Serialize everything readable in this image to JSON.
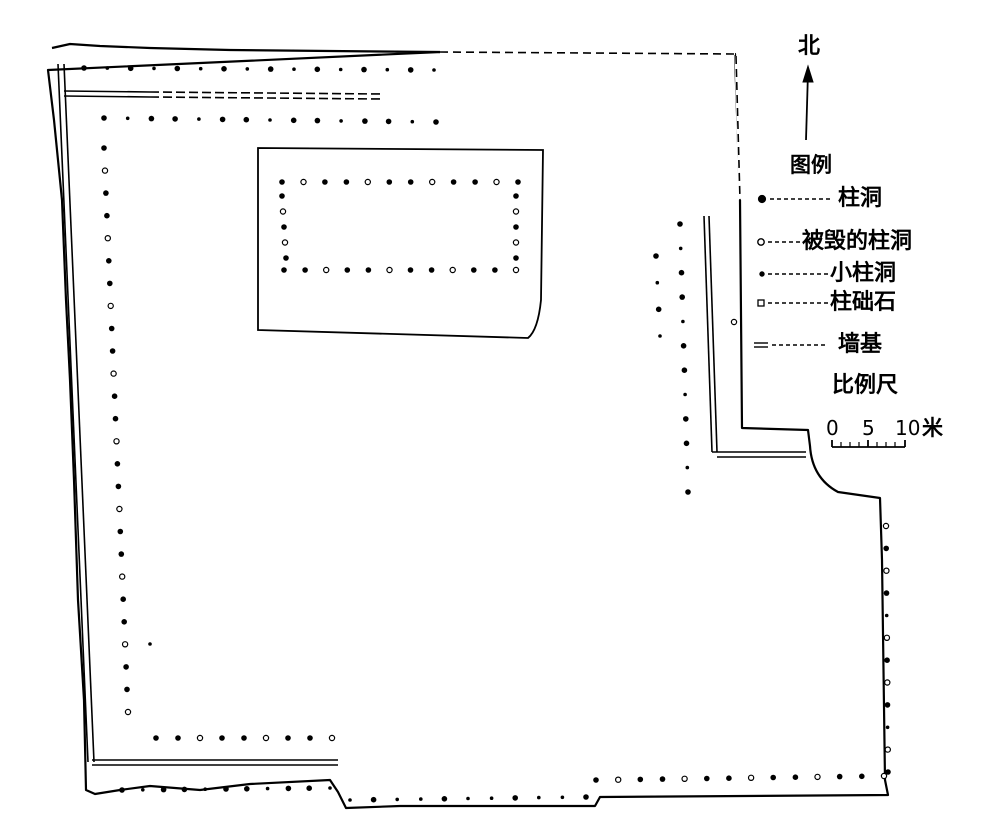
{
  "title": "",
  "north_label": "北",
  "legend": {
    "title": "图例",
    "items": [
      {
        "symbol": "filled-dot",
        "label": "柱洞"
      },
      {
        "symbol": "open-circle",
        "label": "被毁的柱洞"
      },
      {
        "symbol": "small-dot",
        "label": "小柱洞"
      },
      {
        "symbol": "small-square",
        "label": "柱础石"
      },
      {
        "symbol": "double-line",
        "label": "墙基"
      }
    ]
  },
  "scale_bar": {
    "title": "比例尺",
    "ticks": [
      "0",
      "5",
      "10"
    ],
    "unit": "米"
  },
  "colors": {
    "ink": "#000000",
    "paper": "#ffffff"
  }
}
